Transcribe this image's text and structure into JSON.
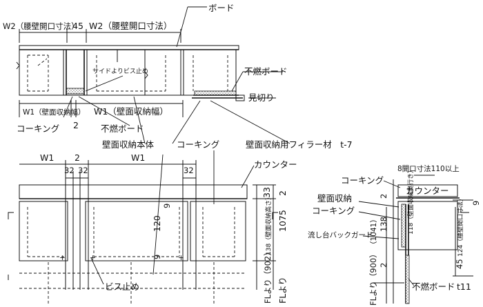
{
  "labels": {
    "w2_left": "W2（腰壁開口寸法）",
    "dim_45_top": "45",
    "w2_right": "W2（腰壁開口寸法）",
    "board": "ボード",
    "side_screw": "サイドよりビス止め",
    "funen_board_plan": "不燃ボード",
    "mikiri": "見切り",
    "w1_small": "W1（壁面収納幅）",
    "w1_large": "W1（壁面収納幅）",
    "caulking_plan": "コーキング",
    "dim_2_plan": "2",
    "funen_board_plan2": "不燃ボード",
    "wall_storage_body": "壁面収納本体",
    "caulking_mid": "コーキング",
    "filler": "壁面収納用フィラー材　t-7",
    "w1_elev_left": "W1",
    "dim_2_elev": "2",
    "w1_elev_right": "W1",
    "dim_32a": "32",
    "dim_32b": "32",
    "dim_32c": "32",
    "counter_elev": "カウンター",
    "dim_33": "33",
    "dim_138_height": "138（壁面収納高さ）",
    "dim_1075": "1075",
    "dim_2_right": "2",
    "dim_9_a": "9",
    "dim_120": "120",
    "dim_9_b": "9",
    "fl_902": "FLより（902）",
    "fl_2": "FLより",
    "screw_fix": "ビス止め",
    "caulking_sec": "コーキング",
    "opening_8": "8開口寸法110以上",
    "counter_sec": "カウンター",
    "wall_storage_sec": "壁面収納",
    "caulking_sec2": "コーキング",
    "sink_backguard": "流し台バックガード",
    "dim_1041": "（1041）",
    "dim_2_sec_top": "2",
    "dim_138_sec": "138",
    "depth_118": "118（壁面収納奥行き）",
    "opening_height": "124（腰壁開口寸法）",
    "dim_9_sec": "9",
    "dim_45_sec": "45",
    "dim_2_sec_bot": "2",
    "fl_900": "FLより（900）",
    "funen_board_sec": "不燃ボード",
    "t11": "t11"
  }
}
